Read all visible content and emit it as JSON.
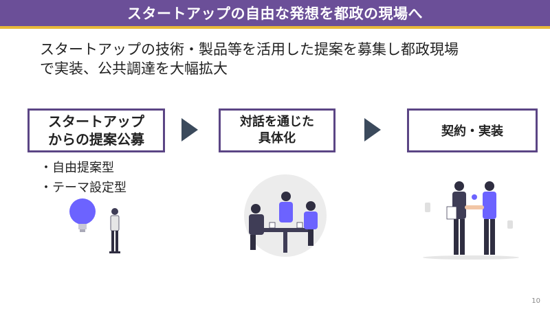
{
  "slide": {
    "title": "スタートアップの自由な発想を都政の現場へ",
    "lead_line1": "スタートアップの技術・製品等を活用した提案を募集し都政現場",
    "lead_line2": "で実装、公共調達を大幅拡大",
    "page_number": "10"
  },
  "steps": [
    {
      "line1": "スタートアップ",
      "line2": "からの提案公募",
      "icon": "idea-person-illustration"
    },
    {
      "line1": "対話を通じた",
      "line2": "具体化",
      "icon": "meeting-illustration"
    },
    {
      "line1": "契約・実装",
      "icon": "handshake-illustration"
    }
  ],
  "bullets": [
    "・自由提案型",
    "・テーマ設定型"
  ],
  "colors": {
    "title_bg": "#6b4f98",
    "title_underline": "#e8b93a",
    "box_border": "#5b4585",
    "arrow": "#3b4a5c",
    "accent": "#6c63ff"
  }
}
